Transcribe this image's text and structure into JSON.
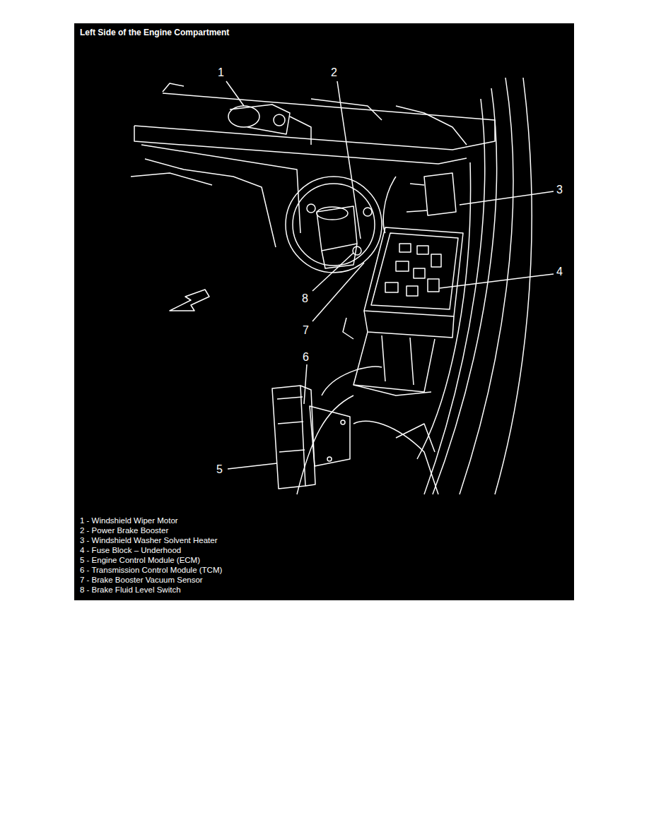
{
  "diagram": {
    "title": "Left Side of the Engine Compartment",
    "labels": [
      "1",
      "2",
      "3",
      "4",
      "5",
      "6",
      "7",
      "8",
      "1 - Windshield Wiper Motor",
      "2 - Power Brake Booster",
      "3 - Windshield Washer Solvent Heater",
      "4 - Fuse Block – Underhood",
      "5 - Engine Control Module (ECM)",
      "6 - Transmission Control Module (TCM)",
      "7 - Brake Booster Vacuum Sensor",
      "8 - Brake Fluid Level Switch"
    ]
  }
}
